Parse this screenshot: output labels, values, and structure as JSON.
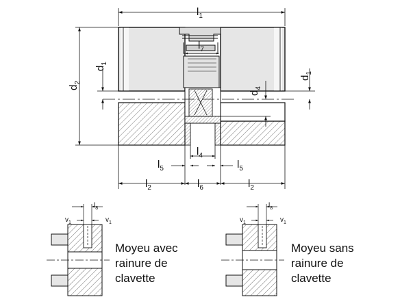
{
  "dimensions": {
    "l1": {
      "main": "l",
      "sub": "1"
    },
    "l2": {
      "main": "l",
      "sub": "2"
    },
    "l4": {
      "main": "l",
      "sub": "4"
    },
    "l5": {
      "main": "l",
      "sub": "5"
    },
    "l6": {
      "main": "l",
      "sub": "6"
    },
    "l7": {
      "main": "l",
      "sub": "7"
    },
    "l8": {
      "main": "l",
      "sub": "8"
    },
    "d1": {
      "main": "d",
      "sub": "1"
    },
    "d2": {
      "main": "d",
      "sub": "2"
    },
    "d4": {
      "main": "d",
      "sub": "4"
    },
    "v1": {
      "main": "v",
      "sub": "1"
    }
  },
  "captions": {
    "with_keyway": [
      "Moyeu avec",
      "rainure de",
      "clavette"
    ],
    "without_keyway": [
      "Moyeu sans",
      "rainure de",
      "clavette"
    ]
  }
}
